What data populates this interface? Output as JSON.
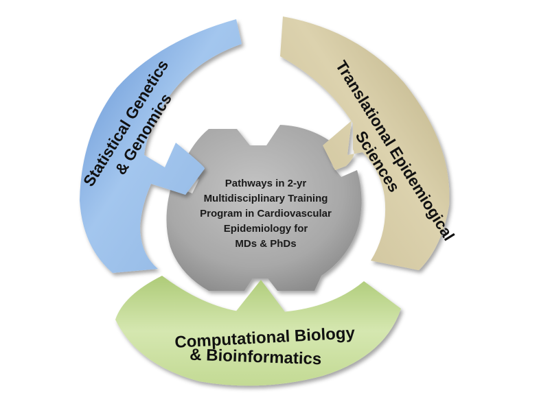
{
  "center": {
    "lines": [
      "Pathways in 2-yr",
      "Multidisciplinary Training",
      "Program in Cardiovascular",
      "Epidemiology for",
      "MDs & PhDs"
    ]
  },
  "segments": {
    "left": {
      "line1": "Statistical Genetics",
      "line2": "& Genomics",
      "color": "#9dc3ea"
    },
    "right": {
      "line1": "Translational Epidemiogical",
      "line2": "Sciences",
      "color": "#d6cba5"
    },
    "bottom": {
      "line1": "Computational Biology",
      "line2": "& Bioinformatics",
      "color": "#cfe2a6"
    }
  },
  "colors": {
    "center": "#a6a6a6"
  }
}
